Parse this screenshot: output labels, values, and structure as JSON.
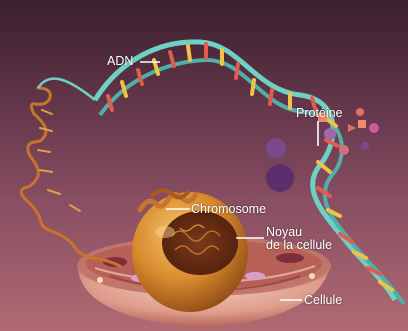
{
  "labels": {
    "adn": "ADN",
    "proteine": "Protéine",
    "chromosome": "Chromosome",
    "noyau_line1": "Noyau",
    "noyau_line2": "de la cellule",
    "cellule": "Cellule"
  },
  "colors": {
    "background_top": "#3a1f2c",
    "background_bottom": "#b06a72",
    "dna_backbone": "#6fd0c4",
    "nucleus": "#d88a2e",
    "cell": "#e9b7a2",
    "protein": "#7a4a8c",
    "chromosome": "#c7742c"
  }
}
